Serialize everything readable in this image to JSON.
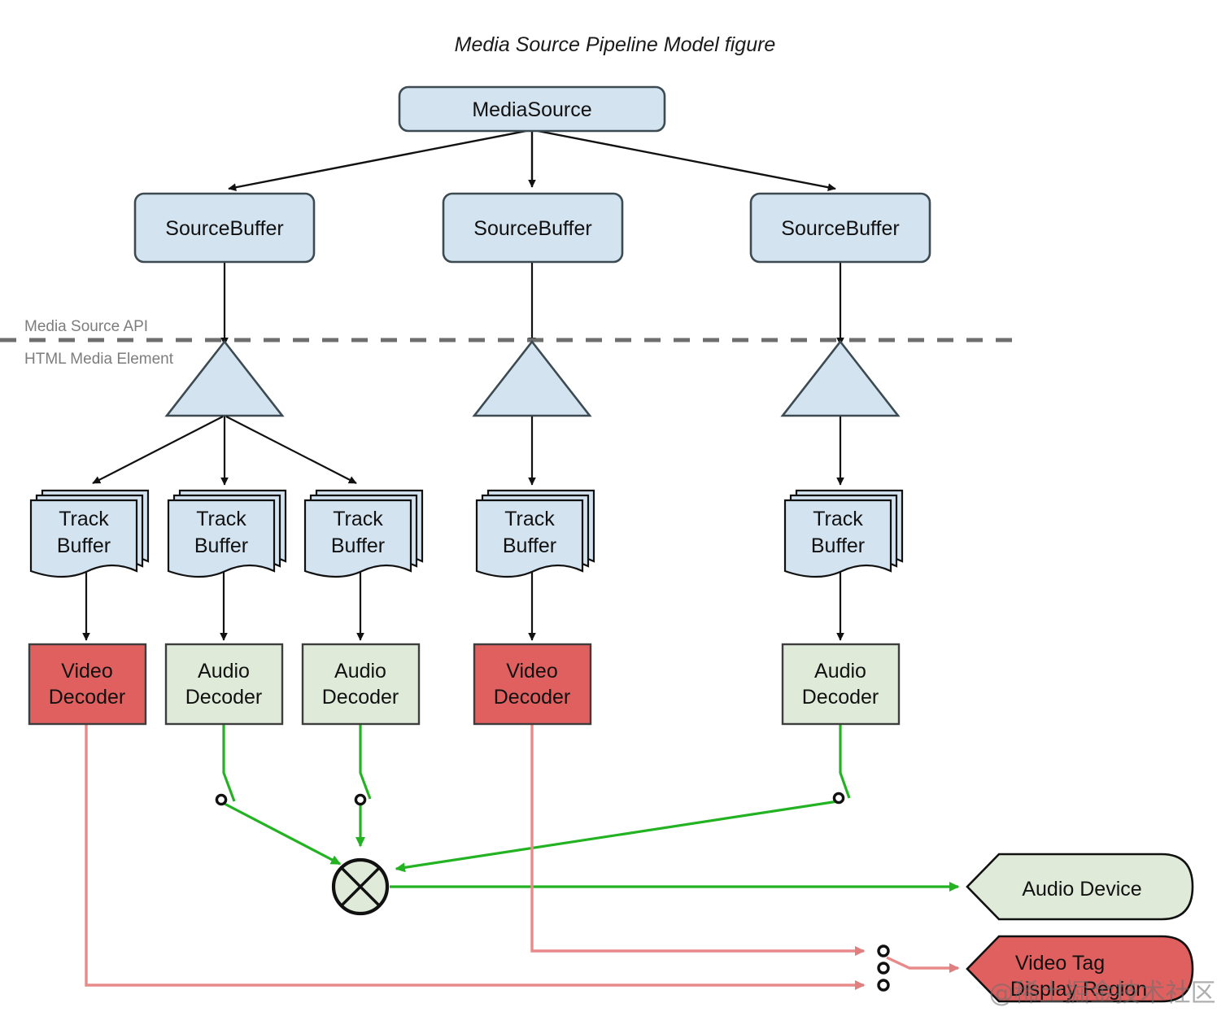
{
  "figure": {
    "title": "Media Source Pipeline Model figure",
    "watermark": "@稀土掘金技术社区"
  },
  "boundary": {
    "above_label": "Media Source API",
    "below_label": "HTML Media Element",
    "style": "dashed",
    "color": "#6e6e6e"
  },
  "colors": {
    "blue_fill": "#d4e3f0",
    "blue_stroke": "#3c4a52",
    "red_fill": "#e0605f",
    "red_stroke": "#8d2a2a",
    "green_fill": "#dfead9",
    "green_stroke": "#5f7a57",
    "green_line": "#22b222",
    "red_line": "#e88a8a",
    "black_line": "#1a1a1a",
    "page_bg": "#ffffff"
  },
  "nodes": {
    "media_source": {
      "label": "MediaSource",
      "kind": "rounded-rect",
      "fill": "blue"
    },
    "source_buffers": [
      {
        "label": "SourceBuffer",
        "kind": "rounded-rect",
        "fill": "blue"
      },
      {
        "label": "SourceBuffer",
        "kind": "rounded-rect",
        "fill": "blue"
      },
      {
        "label": "SourceBuffer",
        "kind": "rounded-rect",
        "fill": "blue"
      }
    ],
    "demuxers": [
      {
        "label": "",
        "kind": "triangle",
        "fill": "blue"
      },
      {
        "label": "",
        "kind": "triangle",
        "fill": "blue"
      },
      {
        "label": "",
        "kind": "triangle",
        "fill": "blue"
      }
    ],
    "track_buffers": [
      {
        "line1": "Track",
        "line2": "Buffer",
        "kind": "stacked-document",
        "fill": "blue"
      },
      {
        "line1": "Track",
        "line2": "Buffer",
        "kind": "stacked-document",
        "fill": "blue"
      },
      {
        "line1": "Track",
        "line2": "Buffer",
        "kind": "stacked-document",
        "fill": "blue"
      },
      {
        "line1": "Track",
        "line2": "Buffer",
        "kind": "stacked-document",
        "fill": "blue"
      },
      {
        "line1": "Track",
        "line2": "Buffer",
        "kind": "stacked-document",
        "fill": "blue"
      }
    ],
    "decoders": [
      {
        "line1": "Video",
        "line2": "Decoder",
        "kind": "rect",
        "fill": "red"
      },
      {
        "line1": "Audio",
        "line2": "Decoder",
        "kind": "rect",
        "fill": "green"
      },
      {
        "line1": "Audio",
        "line2": "Decoder",
        "kind": "rect",
        "fill": "green"
      },
      {
        "line1": "Video",
        "line2": "Decoder",
        "kind": "rect",
        "fill": "red"
      },
      {
        "line1": "Audio",
        "line2": "Decoder",
        "kind": "rect",
        "fill": "green"
      }
    ],
    "mixer": {
      "label": "",
      "kind": "circle-cross",
      "fill": "green"
    },
    "outputs": [
      {
        "label": "Audio Device",
        "kind": "notched-pill",
        "fill": "green"
      },
      {
        "line1": "Video Tag",
        "line2": "Display Region",
        "kind": "notched-pill",
        "fill": "red"
      }
    ]
  },
  "switches": {
    "audio_contacts": 3,
    "video_contacts": 3
  }
}
